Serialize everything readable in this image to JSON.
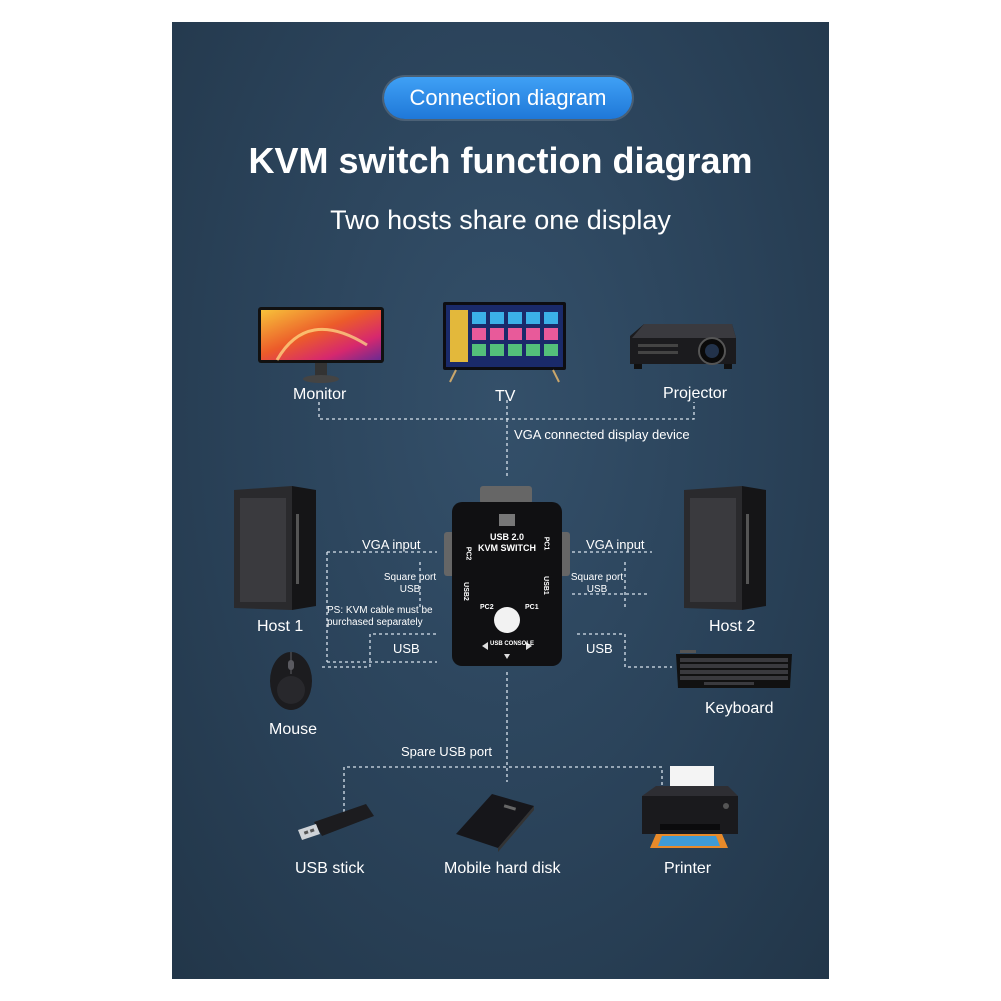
{
  "badge": "Connection diagram",
  "title": "KVM switch function diagram",
  "subtitle": "Two hosts share one display",
  "displays": {
    "monitor": "Monitor",
    "tv": "TV",
    "projector": "Projector",
    "vga_caption": "VGA connected display device"
  },
  "left": {
    "host": "Host 1",
    "vga_input": "VGA input",
    "square_usb": "Square port USB",
    "note": "PS: KVM cable must be purchased separately",
    "usb": "USB",
    "mouse": "Mouse"
  },
  "right": {
    "host": "Host 2",
    "vga_input": "VGA input",
    "square_usb": "Square port USB",
    "usb": "USB",
    "keyboard": "Keyboard"
  },
  "kvm": {
    "line1": "USB 2.0",
    "line2": "KVM SWITCH",
    "pc1": "PC1",
    "pc2": "PC2",
    "usb1": "USB1",
    "usb2": "USB2",
    "console": "USB CONSOLE"
  },
  "spare": {
    "caption": "Spare USB port",
    "usb_stick": "USB stick",
    "hard_disk": "Mobile hard disk",
    "printer": "Printer"
  }
}
